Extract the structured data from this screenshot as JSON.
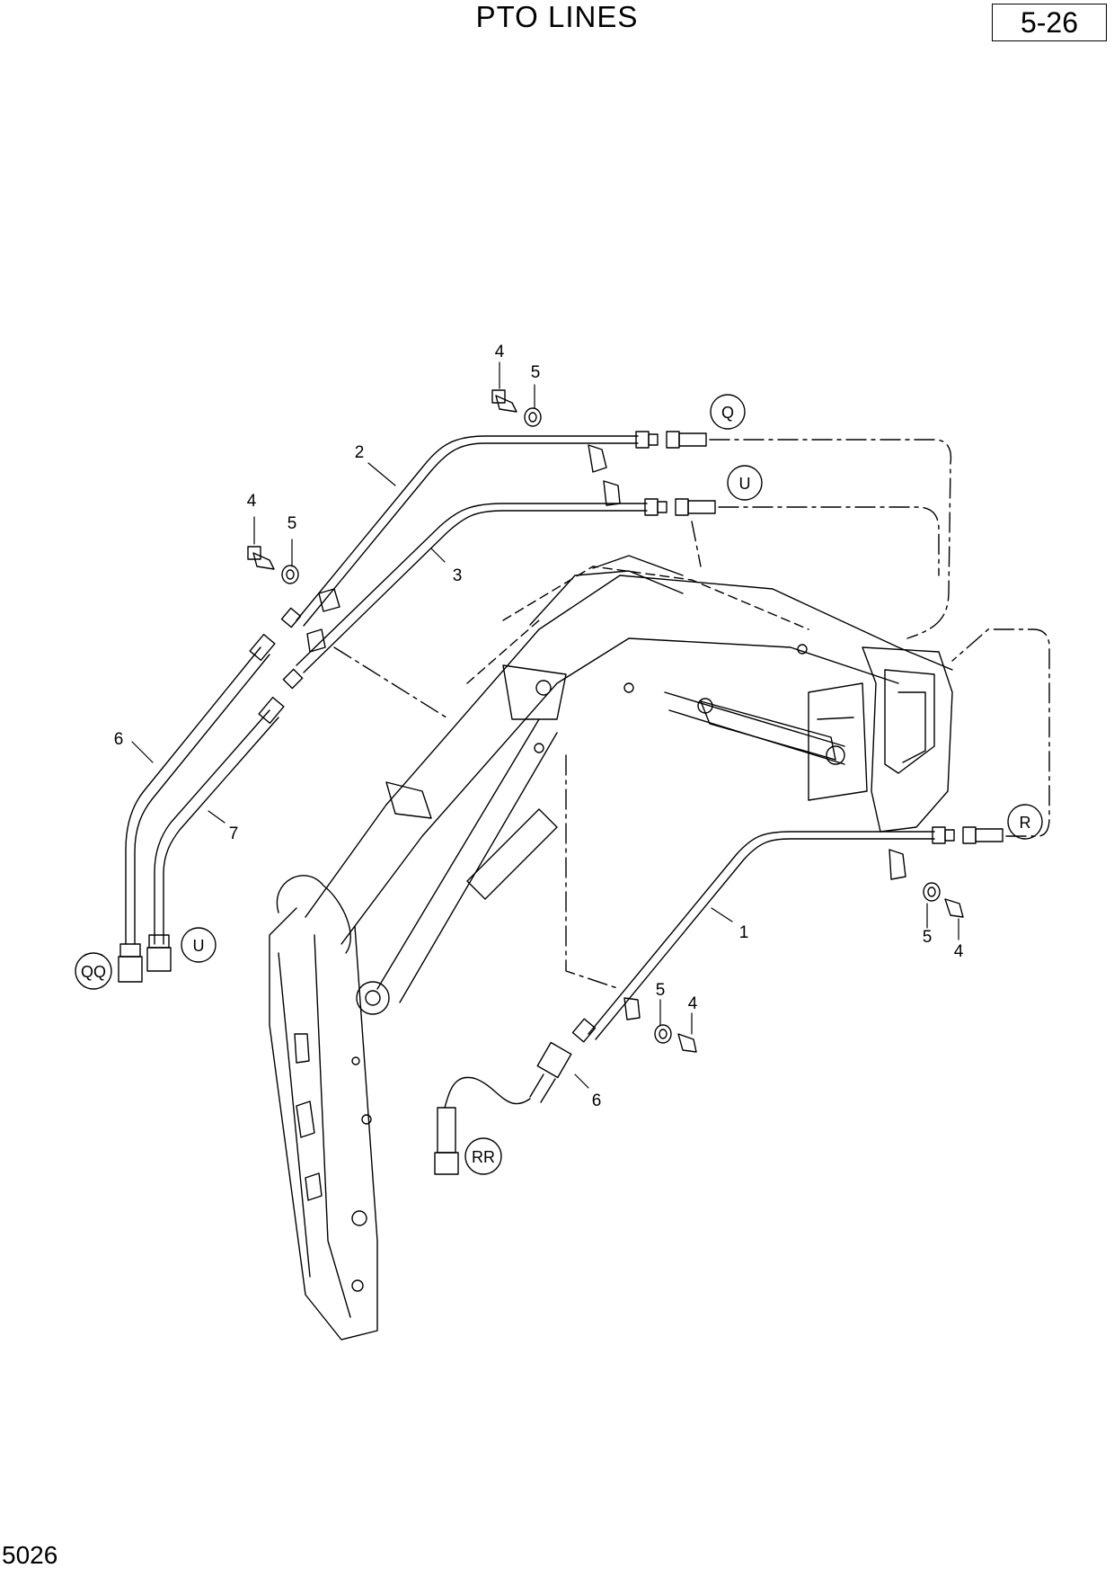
{
  "header": {
    "title": "PTO LINES",
    "page_number": "5-26"
  },
  "footer": {
    "code": "5026"
  },
  "callouts": {
    "q": "Q",
    "u_top": "U",
    "r": "R",
    "qq": "QQ",
    "u_left": "U",
    "rr": "RR"
  },
  "parts": {
    "p4_top": "4",
    "p5_top": "5",
    "p2": "2",
    "p3": "3",
    "p4_left": "4",
    "p5_left": "5",
    "p6_left": "6",
    "p7": "7",
    "p1": "1",
    "p5_right": "5",
    "p4_right": "4",
    "p5_bottom": "5",
    "p4_bottom": "4",
    "p6_bottom": "6"
  }
}
